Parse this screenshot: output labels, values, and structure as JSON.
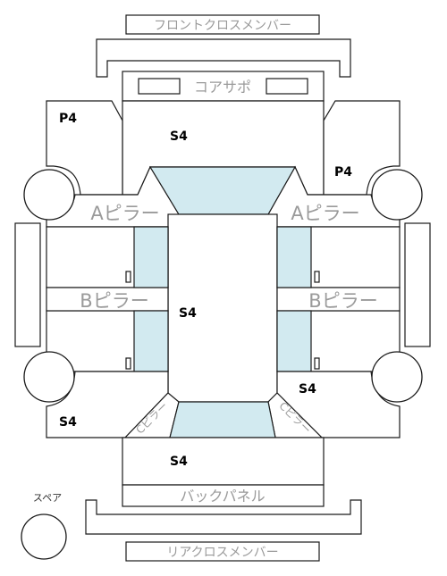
{
  "labels": {
    "front_cross_member": "フロントクロスメンバー",
    "core_support": "コアサポ",
    "a_pillar_left": "Aピラー",
    "a_pillar_right": "Aピラー",
    "b_pillar_left": "Bピラー",
    "b_pillar_right": "Bピラー",
    "c_pillar_left": "Cピラー",
    "c_pillar_right": "Cピラー",
    "back_panel": "バックパネル",
    "rear_cross_member": "リアクロスメンバー",
    "spare": "スペア"
  },
  "codes": {
    "front_left_fender": "P4",
    "hood": "S4",
    "front_right_fender": "P4",
    "roof": "S4",
    "rear_right_quarter": "S4",
    "rear_left_quarter": "S4",
    "trunk": "S4"
  },
  "colors": {
    "glass": "#d2eaf0",
    "outline": "#1a1a1a",
    "label_gray": "#9a9a9a"
  }
}
